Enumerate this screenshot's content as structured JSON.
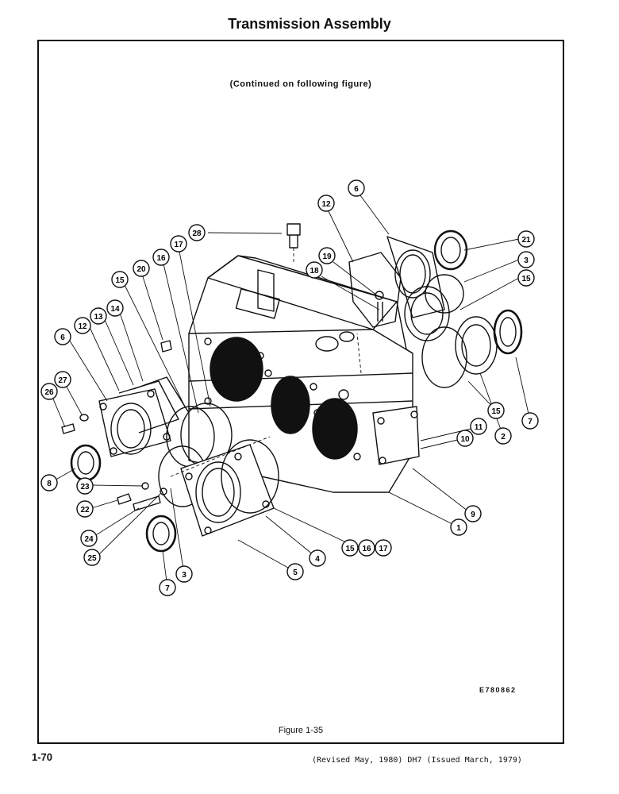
{
  "page": {
    "title": "Transmission Assembly",
    "continued_note": "(Continued on following figure)",
    "drawing_code": "E780862",
    "figure_caption": "Figure 1-35",
    "page_number": "1-70",
    "revision": "(Revised May, 1980) DH7 (Issued March, 1979)"
  },
  "callouts": [
    "1",
    "2",
    "3",
    "4",
    "5",
    "6",
    "7",
    "8",
    "9",
    "10",
    "11",
    "12",
    "13",
    "14",
    "15",
    "16",
    "17",
    "18",
    "19",
    "20",
    "21",
    "22",
    "23",
    "24",
    "25",
    "26",
    "27",
    "28"
  ]
}
